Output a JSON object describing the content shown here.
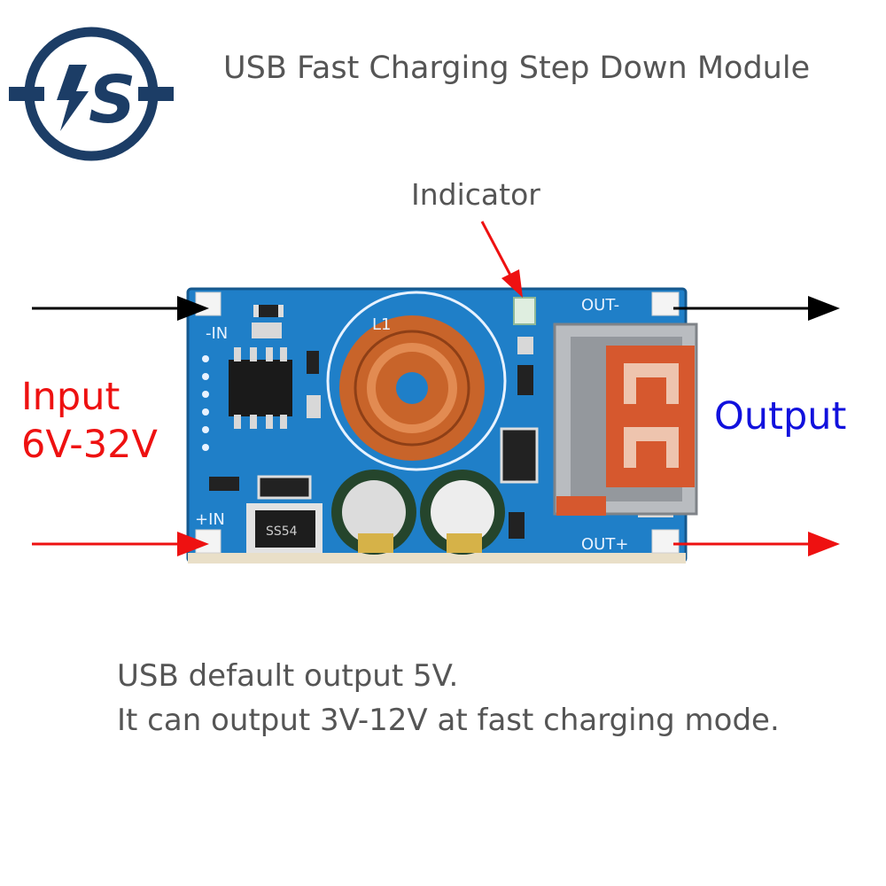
{
  "header": {
    "logo_text": "S",
    "title": "USB Fast Charging Step Down Module"
  },
  "labels": {
    "indicator": "Indicator",
    "input": "Input",
    "input_range": "6V-32V",
    "output": "Output"
  },
  "board": {
    "silk_in_minus": "-IN",
    "silk_in_plus": "+IN",
    "silk_out_minus": "OUT-",
    "silk_out_plus": "OUT+",
    "silk_l1": "L1",
    "silk_ss54": "SS54"
  },
  "notes": {
    "line1": "USB default output 5V.",
    "line2": "It can output 3V-12V at fast charging mode."
  },
  "colors": {
    "pcb": "#1f7fc8",
    "input_arrow": "#ee1111",
    "output_text": "#1111dd",
    "logo": "#1c3d66",
    "copper": "#c8642a"
  }
}
